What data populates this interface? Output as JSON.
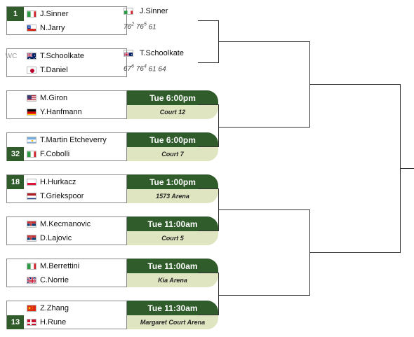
{
  "matches": [
    {
      "players": [
        {
          "seed": "1",
          "flag": "italy",
          "name": "J.Sinner"
        },
        {
          "flag": "chile",
          "name": "N.Jarry"
        }
      ],
      "result": {
        "winner": "J.Sinner",
        "winner_flag": "italy",
        "sets": [
          {
            "score": "76",
            "tiebreak": "2"
          },
          {
            "score": "76",
            "tiebreak": "5"
          },
          {
            "score": "61"
          }
        ]
      }
    },
    {
      "players": [
        {
          "label": "WC",
          "flag": "australia",
          "name": "T.Schoolkate"
        },
        {
          "flag": "japan",
          "name": "T.Daniel"
        }
      ],
      "result": {
        "winner": "T.Schoolkate",
        "winner_flag": "australia",
        "sets": [
          {
            "score": "67",
            "tiebreak": "6"
          },
          {
            "score": "76",
            "tiebreak": "4"
          },
          {
            "score": "61"
          },
          {
            "score": "64"
          }
        ]
      }
    },
    {
      "players": [
        {
          "flag": "usa",
          "name": "M.Giron"
        },
        {
          "flag": "germany",
          "name": "Y.Hanfmann"
        }
      ],
      "schedule": {
        "time": "Tue 6:00pm",
        "court": "Court 12"
      }
    },
    {
      "players": [
        {
          "flag": "argentina",
          "name": "T.Martin Etcheverry"
        },
        {
          "seed": "32",
          "flag": "italy",
          "name": "F.Cobolli"
        }
      ],
      "schedule": {
        "time": "Tue 6:00pm",
        "court": "Court 7"
      }
    },
    {
      "players": [
        {
          "seed": "18",
          "flag": "poland",
          "name": "H.Hurkacz"
        },
        {
          "flag": "netherlands",
          "name": "T.Griekspoor"
        }
      ],
      "schedule": {
        "time": "Tue 1:00pm",
        "court": "1573 Arena"
      }
    },
    {
      "players": [
        {
          "flag": "serbia",
          "name": "M.Kecmanovic"
        },
        {
          "flag": "serbia",
          "name": "D.Lajovic"
        }
      ],
      "schedule": {
        "time": "Tue 11:00am",
        "court": "Court 5"
      }
    },
    {
      "players": [
        {
          "flag": "italy",
          "name": "M.Berrettini"
        },
        {
          "flag": "great-britain",
          "name": "C.Norrie"
        }
      ],
      "schedule": {
        "time": "Tue 11:00am",
        "court": "Kia Arena"
      }
    },
    {
      "players": [
        {
          "flag": "china",
          "name": "Z.Zhang"
        },
        {
          "seed": "13",
          "flag": "denmark",
          "name": "H.Rune"
        }
      ],
      "schedule": {
        "time": "Tue 11:30am",
        "court": "Margaret Court Arena"
      }
    }
  ],
  "colors": {
    "seed_bg": "#2f5c2a",
    "time_bg": "#2f5c2a",
    "court_bg": "#dfe5c0",
    "bracket_line": "#333333"
  }
}
